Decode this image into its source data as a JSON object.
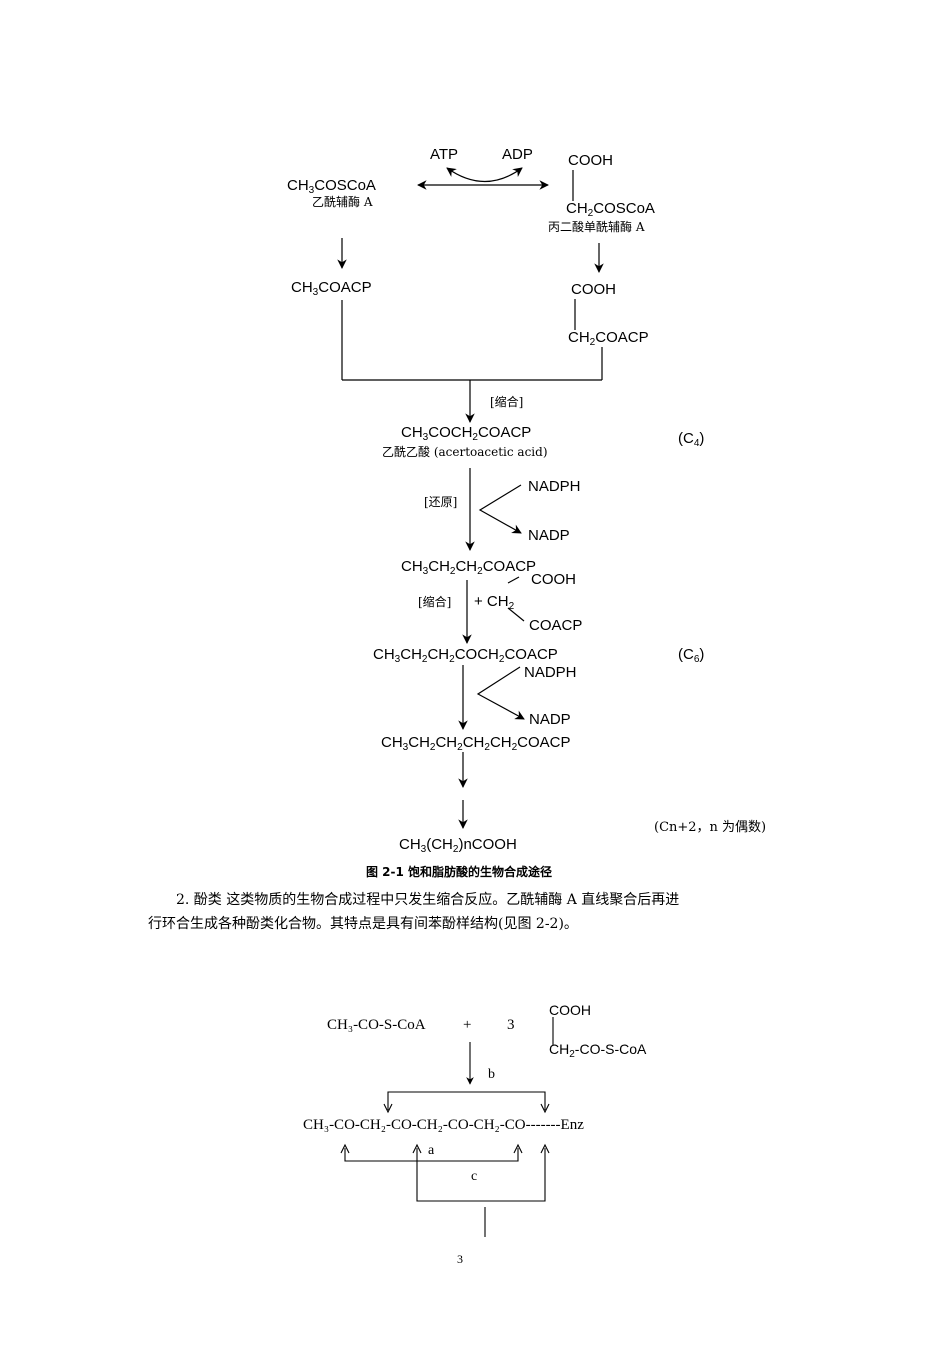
{
  "fig1": {
    "atp": "ATP",
    "adp": "ADP",
    "acetyl_coa_pre": "CH",
    "acetyl_coa_post": "COSCoA",
    "acetyl_coa_name": "乙酰辅酶 A",
    "malonyl_cooh": "COOH",
    "malonyl_ch": "CH",
    "malonyl_post": "COSCoA",
    "malonyl_name": "丙二酸单酰辅酶 A",
    "acetyl_acp_pre": "CH",
    "acetyl_acp_post": "COACP",
    "malonyl_acp_cooh": "COOH",
    "malonyl_acp_ch": "CH",
    "malonyl_acp_post": "COACP",
    "condense1": "[缩合]",
    "c4_p1": "CH",
    "c4_p2": "COCH",
    "c4_p3": "COACP",
    "c4_name": "乙酰乙酸  (acertoacetic acid)",
    "c4_tag_pre": "(C",
    "c4_tag_sub": "4",
    "c4_tag_post": ")",
    "reduce": "[还原]",
    "nadph1": "NADPH",
    "nadp1": "NADP",
    "butyryl_p1": "CH",
    "butyryl_p2": "CH",
    "butyryl_p3": "CH",
    "butyryl_p4": "COACP",
    "condense2": "[缩合]",
    "plus_ch": "+ CH",
    "add_cooh": "COOH",
    "add_coacp": "COACP",
    "c6_p1": "CH",
    "c6_p2": "CH",
    "c6_p3": "CH",
    "c6_p4": "COCH",
    "c6_p5": "COACP",
    "c6_tag_pre": "(C",
    "c6_tag_sub": "6",
    "c6_tag_post": ")",
    "nadph2": "NADPH",
    "nadp2": "NADP",
    "hexanoyl_p1": "CH",
    "hexanoyl_p2": "CH",
    "hexanoyl_p3": "CH",
    "hexanoyl_p4": "CH",
    "hexanoyl_p5": "CH",
    "hexanoyl_p6": "COACP",
    "final_p1": "CH",
    "final_p2": "(CH",
    "final_p3": ")nCOOH",
    "final_tag": "(Cn+2，n 为偶数)",
    "sub3": "3",
    "sub2": "2",
    "caption": "图 2-1    饱和脂肪酸的生物合成途径"
  },
  "paragraph": {
    "line1": "2.    酚类    这类物质的生物合成过程中只发生缩合反应。乙酰辅酶 A 直线聚合后再进",
    "line2": "行环合生成各种酚类化合物。其特点是具有间苯酚样结构(见图 2-2)。"
  },
  "fig2": {
    "reactant1": "CH₃-CO-S-CoA",
    "plus": "+",
    "coef": "3",
    "cooh": "COOH",
    "ch_pre": "CH",
    "ch_post": "-CO-S-CoA",
    "label_b": "b",
    "chain": "CH₃-CO-CH₂-CO-CH₂-CO-CH₂-CO-------Enz",
    "label_a": "a",
    "label_c": "c"
  },
  "page_number": "3"
}
